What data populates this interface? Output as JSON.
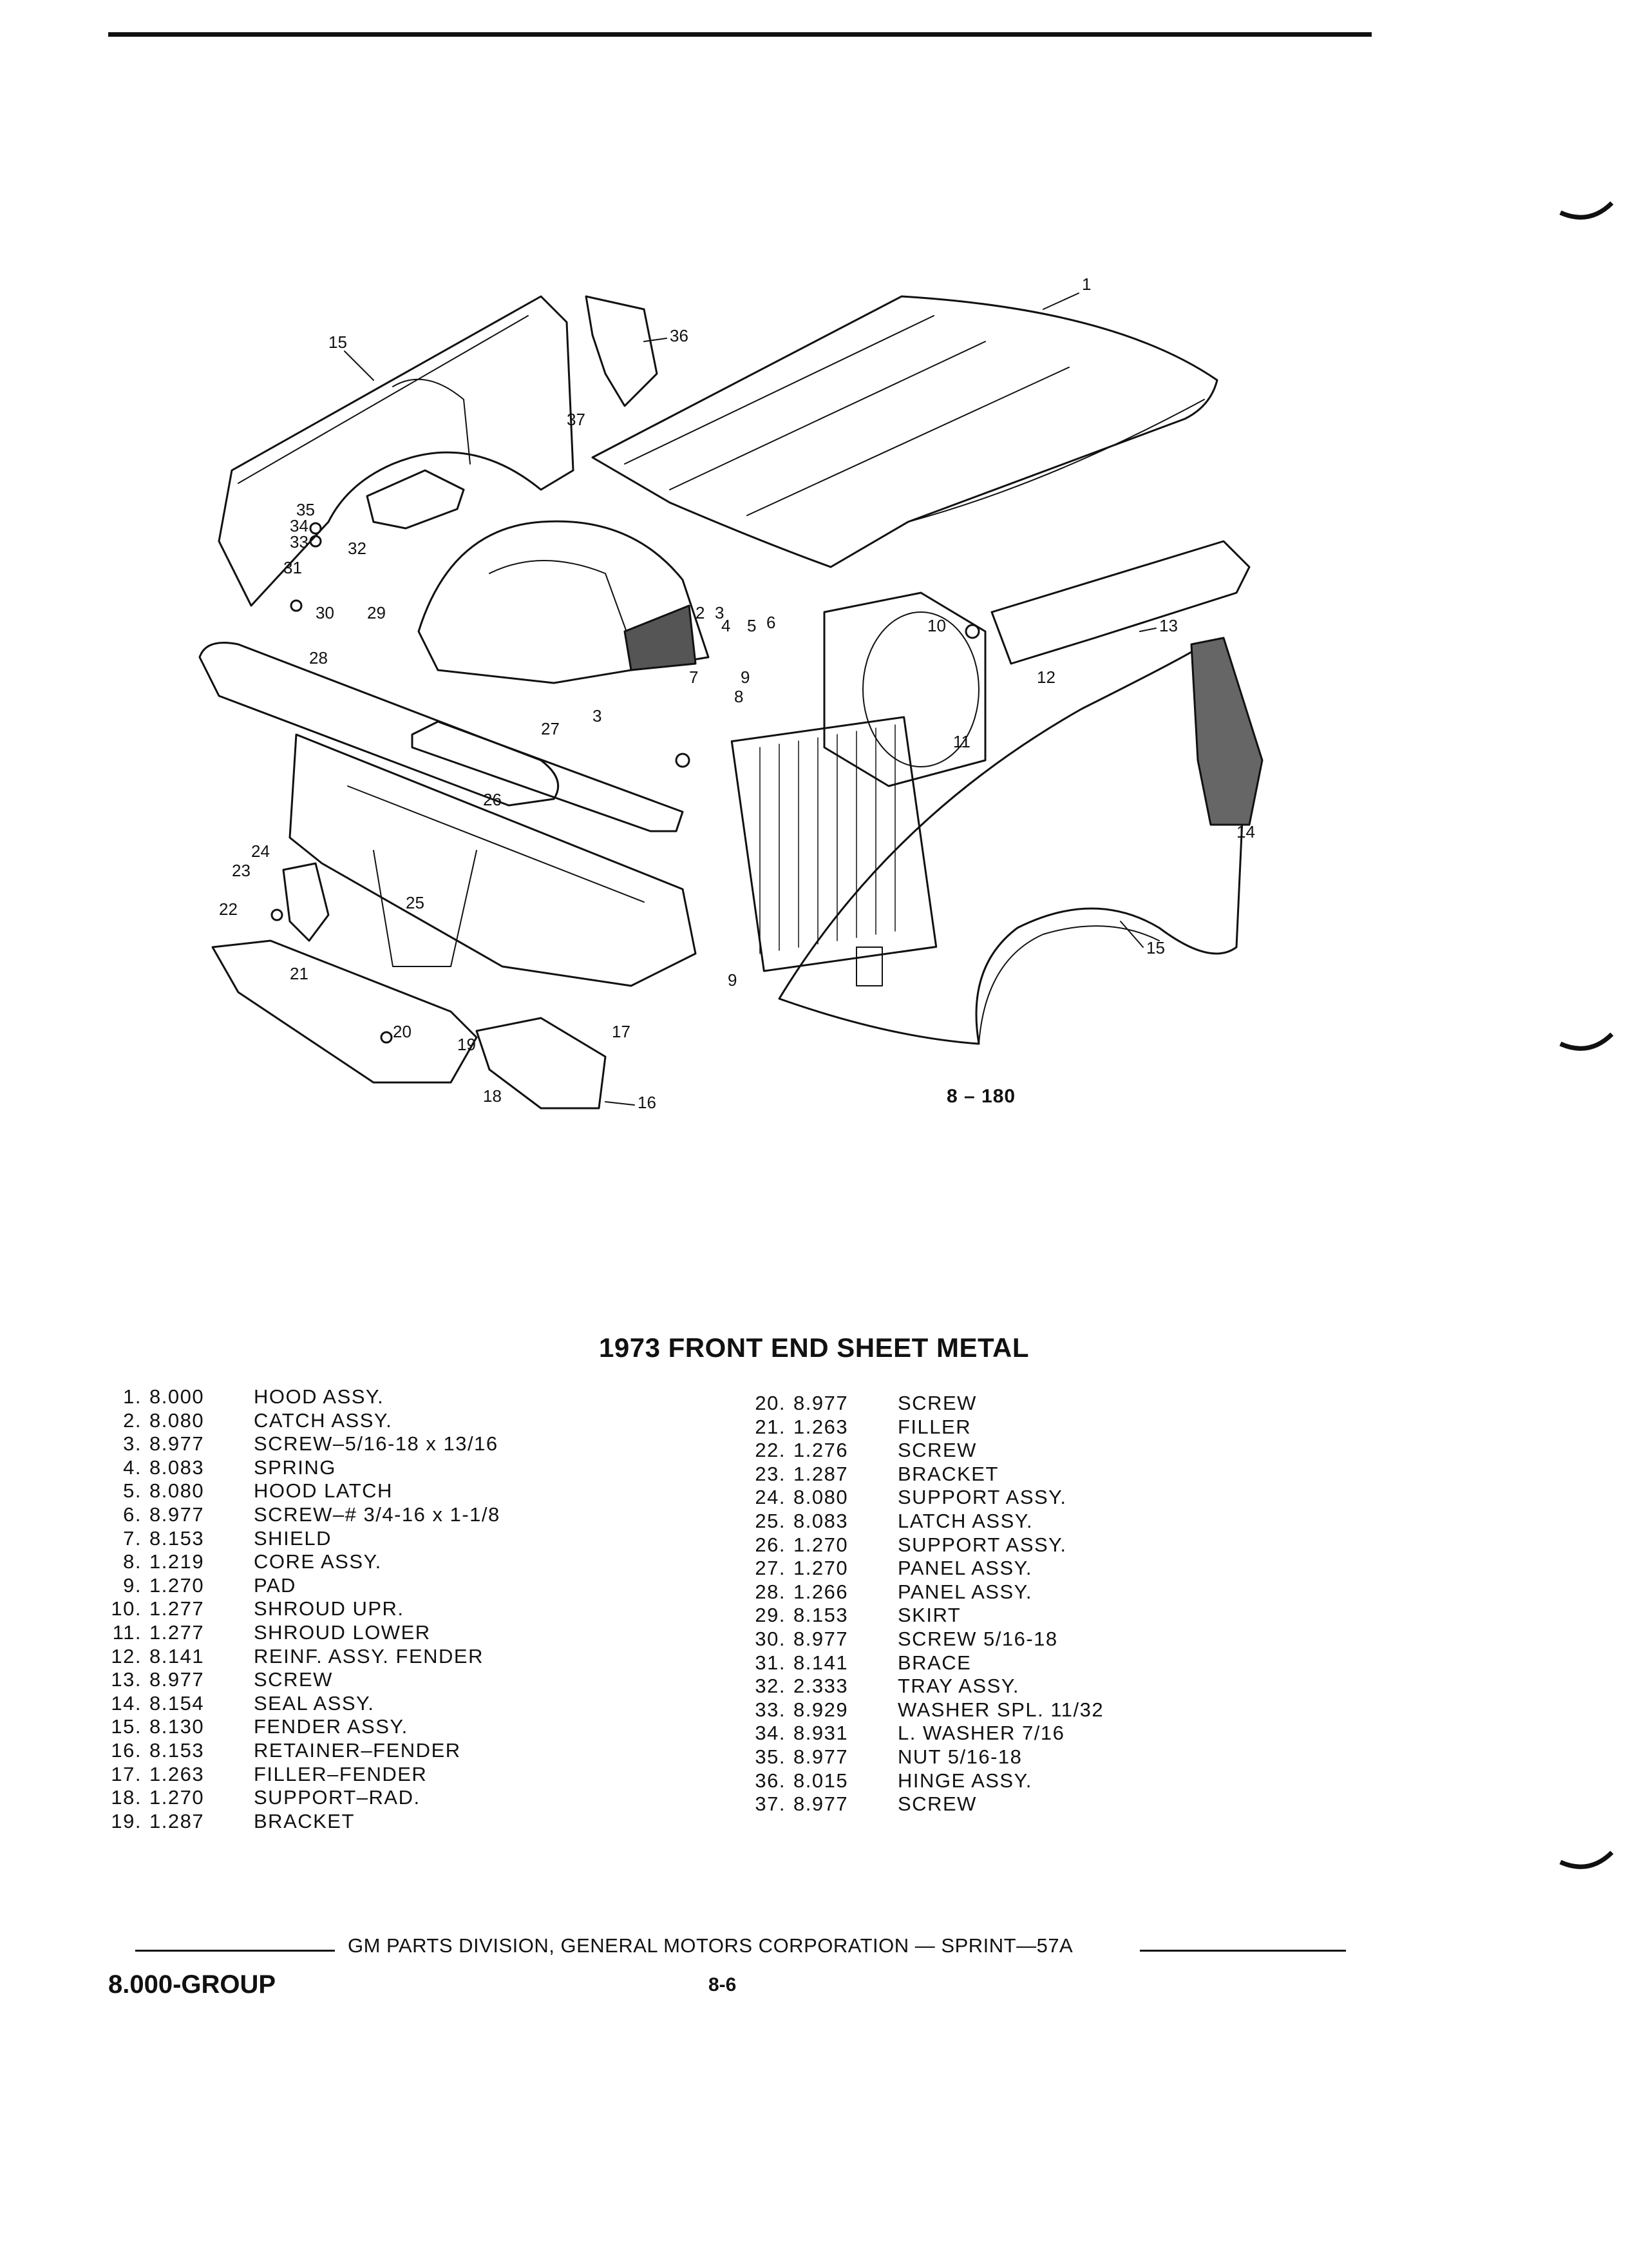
{
  "figure": {
    "code": "8 – 180",
    "callouts": [
      "1",
      "2",
      "3",
      "4",
      "5",
      "6",
      "7",
      "8",
      "9",
      "10",
      "11",
      "12",
      "13",
      "14",
      "15",
      "16",
      "17",
      "18",
      "19",
      "20",
      "21",
      "22",
      "23",
      "24",
      "25",
      "26",
      "27",
      "28",
      "29",
      "30",
      "31",
      "32",
      "33",
      "34",
      "35",
      "36",
      "37",
      "15",
      "3",
      "9"
    ]
  },
  "title": "1973 FRONT END SHEET METAL",
  "parts_left": [
    {
      "num": "1.",
      "code": "8.000",
      "desc": "HOOD ASSY."
    },
    {
      "num": "2.",
      "code": "8.080",
      "desc": "CATCH ASSY."
    },
    {
      "num": "3.",
      "code": "8.977",
      "desc": "SCREW–5/16-18 x 13/16"
    },
    {
      "num": "4.",
      "code": "8.083",
      "desc": "SPRING"
    },
    {
      "num": "5.",
      "code": "8.080",
      "desc": "HOOD LATCH"
    },
    {
      "num": "6.",
      "code": "8.977",
      "desc": "SCREW–# 3/4-16 x 1-1/8"
    },
    {
      "num": "7.",
      "code": "8.153",
      "desc": "SHIELD"
    },
    {
      "num": "8.",
      "code": "1.219",
      "desc": "CORE ASSY."
    },
    {
      "num": "9.",
      "code": "1.270",
      "desc": "PAD"
    },
    {
      "num": "10.",
      "code": "1.277",
      "desc": "SHROUD UPR."
    },
    {
      "num": "11.",
      "code": "1.277",
      "desc": "SHROUD LOWER"
    },
    {
      "num": "12.",
      "code": "8.141",
      "desc": "REINF. ASSY. FENDER"
    },
    {
      "num": "13.",
      "code": "8.977",
      "desc": "SCREW"
    },
    {
      "num": "14.",
      "code": "8.154",
      "desc": "SEAL ASSY."
    },
    {
      "num": "15.",
      "code": "8.130",
      "desc": "FENDER ASSY."
    },
    {
      "num": "16.",
      "code": "8.153",
      "desc": "RETAINER–FENDER"
    },
    {
      "num": "17.",
      "code": "1.263",
      "desc": "FILLER–FENDER"
    },
    {
      "num": "18.",
      "code": "1.270",
      "desc": "SUPPORT–RAD."
    },
    {
      "num": "19.",
      "code": "1.287",
      "desc": "BRACKET"
    }
  ],
  "parts_right": [
    {
      "num": "20.",
      "code": "8.977",
      "desc": "SCREW"
    },
    {
      "num": "21.",
      "code": "1.263",
      "desc": "FILLER"
    },
    {
      "num": "22.",
      "code": "1.276",
      "desc": "SCREW"
    },
    {
      "num": "23.",
      "code": "1.287",
      "desc": "BRACKET"
    },
    {
      "num": "24.",
      "code": "8.080",
      "desc": "SUPPORT ASSY."
    },
    {
      "num": "25.",
      "code": "8.083",
      "desc": "LATCH ASSY."
    },
    {
      "num": "26.",
      "code": "1.270",
      "desc": "SUPPORT ASSY."
    },
    {
      "num": "27.",
      "code": "1.270",
      "desc": "PANEL ASSY."
    },
    {
      "num": "28.",
      "code": "1.266",
      "desc": "PANEL ASSY."
    },
    {
      "num": "29.",
      "code": "8.153",
      "desc": "SKIRT"
    },
    {
      "num": "30.",
      "code": "8.977",
      "desc": "SCREW 5/16-18"
    },
    {
      "num": "31.",
      "code": "8.141",
      "desc": "BRACE"
    },
    {
      "num": "32.",
      "code": "2.333",
      "desc": "TRAY ASSY."
    },
    {
      "num": "33.",
      "code": "8.929",
      "desc": "WASHER SPL. 11/32"
    },
    {
      "num": "34.",
      "code": "8.931",
      "desc": "L. WASHER 7/16"
    },
    {
      "num": "35.",
      "code": "8.977",
      "desc": "NUT 5/16-18"
    },
    {
      "num": "36.",
      "code": "8.015",
      "desc": "HINGE ASSY."
    },
    {
      "num": "37.",
      "code": "8.977",
      "desc": "SCREW"
    }
  ],
  "footer": {
    "text": "GM PARTS DIVISION, GENERAL MOTORS CORPORATION — SPRINT—57A",
    "group": "8.000-GROUP",
    "page": "8-6"
  }
}
